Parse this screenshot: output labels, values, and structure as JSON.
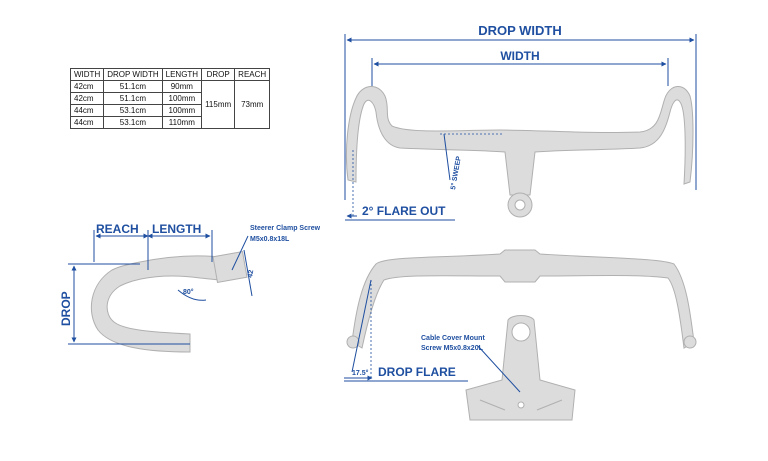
{
  "table": {
    "headers": [
      "WIDTH",
      "DROP WIDTH",
      "LENGTH",
      "DROP",
      "REACH"
    ],
    "rows": [
      {
        "width": "42cm",
        "drop_width": "51.1cm",
        "length": "90mm"
      },
      {
        "width": "42cm",
        "drop_width": "51.1cm",
        "length": "100mm"
      },
      {
        "width": "44cm",
        "drop_width": "53.1cm",
        "length": "100mm"
      },
      {
        "width": "44cm",
        "drop_width": "53.1cm",
        "length": "110mm"
      }
    ],
    "drop": "115mm",
    "reach": "73mm"
  },
  "labels": {
    "drop_width": "DROP WIDTH",
    "width": "WIDTH",
    "sweep": "5° SWEEP",
    "flare_out": "2° FLARE OUT",
    "reach": "REACH",
    "length": "LENGTH",
    "drop": "DROP",
    "steerer_screw_title": "Steerer Clamp Screw",
    "steerer_screw_spec": "M5x0.8x18L",
    "angle_80": "80°",
    "dim_42": "42",
    "cable_screw_title": "Cable Cover Mount",
    "cable_screw_spec": "Screw M5x0.8x20L",
    "angle_17_5": "17.5°",
    "drop_flare": "DROP FLARE"
  },
  "colors": {
    "accent": "#1f4fa0",
    "part_fill": "#dcdcdc",
    "part_stroke": "#b0b0b0"
  }
}
